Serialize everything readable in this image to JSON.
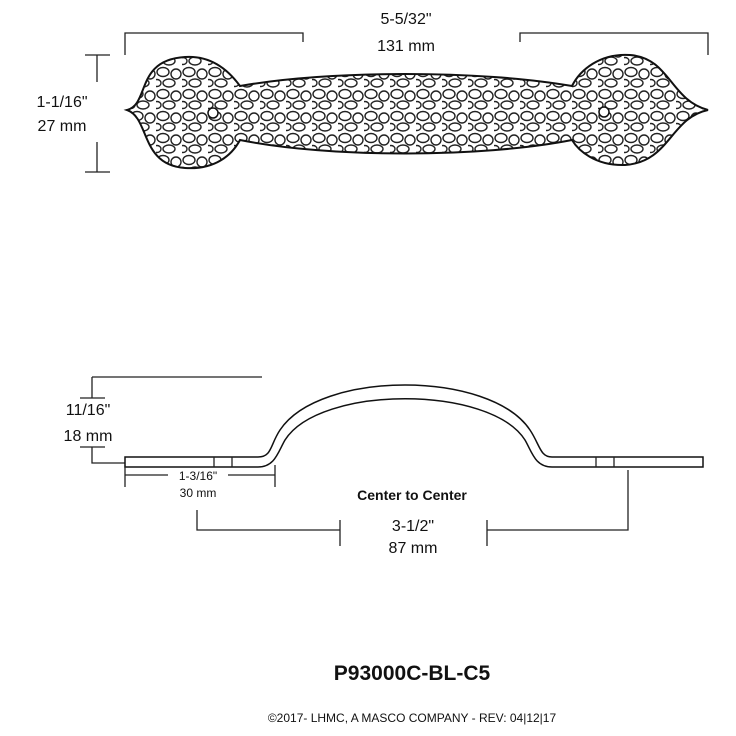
{
  "top_view": {
    "length_in": "5-5/32\"",
    "length_mm": "131 mm",
    "height_in": "1-1/16\"",
    "height_mm": "27 mm"
  },
  "side_view": {
    "projection_in": "11/16\"",
    "projection_mm": "18 mm",
    "foot_in": "1-3/16\"",
    "foot_mm": "30 mm",
    "center_label": "Center to Center",
    "center_in": "3-1/2\"",
    "center_mm": "87 mm"
  },
  "part_number": "P93000C-BL-C5",
  "copyright": "©2017- LHMC, A MASCO COMPANY - REV: 04|12|17"
}
